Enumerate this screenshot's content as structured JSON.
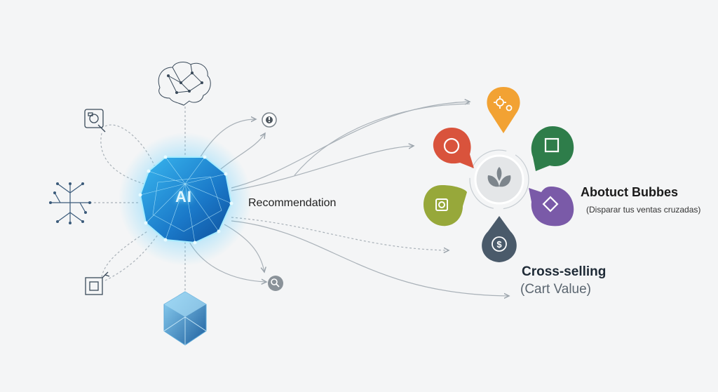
{
  "hub": {
    "label": "AI"
  },
  "flow": {
    "label": "Recommendation"
  },
  "callouts": {
    "about_title": "Abotuct Bubbes",
    "about_sub": "(Disparar tus ventas cruzadas)",
    "cross_title": "Cross-selling",
    "cross_sub": "(Cart Value)"
  },
  "colors": {
    "background": "#f4f5f6",
    "hub": "#1e8fd6",
    "bubble_orange": "#f2a233",
    "bubble_red": "#d9533c",
    "bubble_green": "#2e7d4a",
    "bubble_purple": "#7a5aa8",
    "bubble_olive": "#97a83a",
    "bubble_slate": "#4a5a6a"
  },
  "icons": [
    "brain-network-icon",
    "camera-scan-icon",
    "circuit-tree-icon",
    "crop-tool-icon",
    "crystal-icon",
    "alert-pin-icon",
    "search-pin-icon",
    "gears-icon",
    "circle-icon",
    "square-icon",
    "diamond-icon",
    "frame-icon",
    "dollar-icon",
    "plant-icon"
  ]
}
